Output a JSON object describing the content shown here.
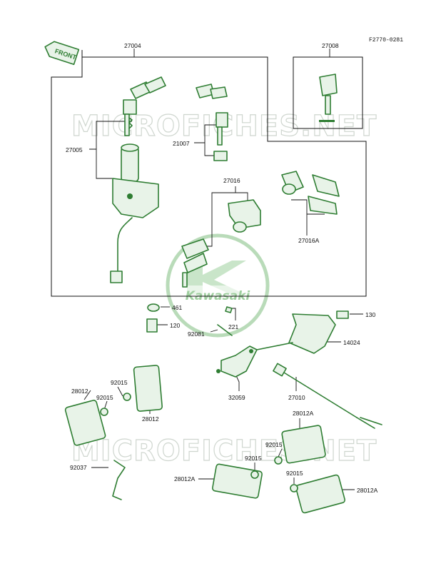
{
  "reference_code": "F2770-0281",
  "front_arrow_label": "FRONT",
  "watermark_text": "MICROFICHES.NET",
  "logo_text": "Kawasaki",
  "colors": {
    "ink": "#2e7d32",
    "line": "#111111",
    "watermark": "#cfd6cf"
  },
  "parts": {
    "p27004": "27004",
    "p27008": "27008",
    "p27005": "27005",
    "p21007": "21007",
    "p27016": "27016",
    "p27016A": "27016A",
    "p461": "461",
    "p120": "120",
    "p221": "221",
    "p92081": "92081",
    "p130": "130",
    "p14024": "14024",
    "p32059": "32059",
    "p27010": "27010",
    "p28012_left": "28012",
    "p92015_a": "92015",
    "p92015_b": "92015",
    "p28012_mid": "28012",
    "p92037": "92037",
    "p28012A_top": "28012A",
    "p92015_c": "92015",
    "p92015_d": "92015",
    "p92015_e": "92015",
    "p28012A_left": "28012A",
    "p28012A_right": "28012A"
  }
}
